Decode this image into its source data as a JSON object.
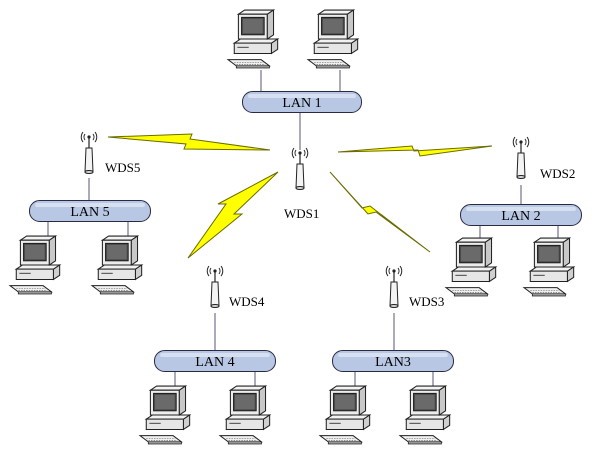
{
  "lans": {
    "lan1": "LAN 1",
    "lan2": "LAN 2",
    "lan3": "LAN3",
    "lan4": "LAN 4",
    "lan5": "LAN 5"
  },
  "aps": {
    "wds1": "WDS1",
    "wds2": "WDS2",
    "wds3": "WDS3",
    "wds4": "WDS4",
    "wds5": "WDS5"
  },
  "colors": {
    "lan_bar_fill": "#b8c8e4",
    "lan_bar_stroke": "#2a2a44",
    "lightning_fill": "#ffff00",
    "lightning_stroke": "#6b6b00",
    "cable": "#555577"
  }
}
